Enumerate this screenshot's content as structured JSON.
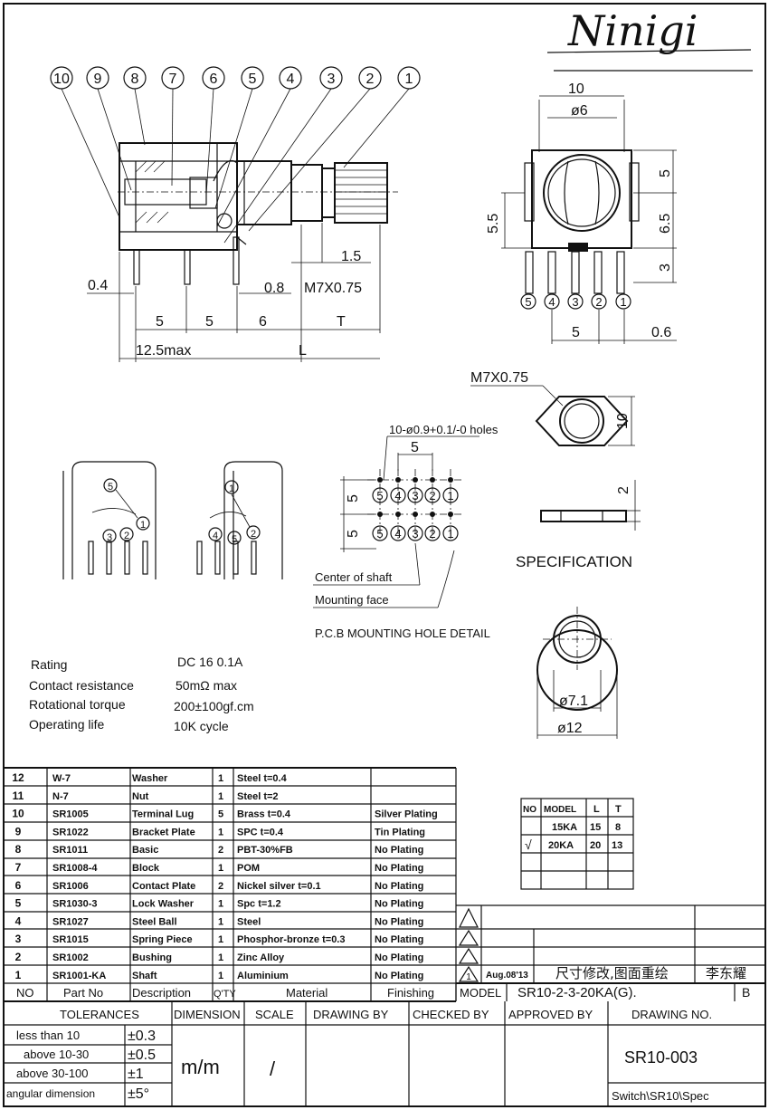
{
  "logo": {
    "text": "Ninigi"
  },
  "main_view": {
    "balloons": [
      "10",
      "9",
      "8",
      "7",
      "6",
      "5",
      "4",
      "3",
      "2",
      "1"
    ],
    "dims": {
      "d04": "0.4",
      "d08": "0.8",
      "d15": "1.5",
      "thread": "M7X0.75",
      "d5a": "5",
      "d5b": "5",
      "d6": "6",
      "dT": "T",
      "d125": "12.5max",
      "dL": "L"
    }
  },
  "side_view": {
    "dims": {
      "d10": "10",
      "d6": "ø6",
      "d5": "5",
      "d65": "6.5",
      "d3": "3",
      "d55": "5.5",
      "d5b": "5",
      "d06": "0.6"
    },
    "pins": [
      "5",
      "4",
      "3",
      "2",
      "1"
    ]
  },
  "nut_view": {
    "thread": "M7X0.75",
    "d10": "10",
    "d2": "2"
  },
  "spec_label": "SPECIFICATION",
  "washer_view": {
    "d71": "ø7.1",
    "d12": "ø12"
  },
  "schematics": {
    "left": {
      "top_pin": "5",
      "side_pin": "1",
      "pins": [
        "3",
        "2"
      ]
    },
    "right": {
      "top_pin": "1",
      "side_pin": "2",
      "pins": [
        "4",
        "5"
      ]
    }
  },
  "pcb": {
    "holes_note": "10-ø0.9+0.1/-0 holes",
    "d5": "5",
    "d5v1": "5",
    "d5v2": "5",
    "row1": [
      "5",
      "4",
      "3",
      "2",
      "1"
    ],
    "row2": [
      "5",
      "4",
      "3",
      "2",
      "1"
    ],
    "center_label": "Center of shaft",
    "mount_label": "Mounting face",
    "title": "P.C.B MOUNTING HOLE DETAIL"
  },
  "ratings": [
    {
      "label": "Rating",
      "value": "DC 16   0.1A"
    },
    {
      "label": "Contact resistance",
      "value": "50mΩ max"
    },
    {
      "label": "Rotational torque",
      "value": "200±100gf.cm"
    },
    {
      "label": "Operating life",
      "value": "10K   cycle"
    }
  ],
  "bom": {
    "headers": [
      "NO",
      "Part No",
      "Description",
      "Q'TY",
      "Material",
      "Finishing"
    ],
    "rows": [
      [
        "12",
        "W-7",
        "Washer",
        "1",
        "Steel  t=0.4",
        ""
      ],
      [
        "11",
        "N-7",
        "Nut",
        "1",
        "Steel  t=2",
        ""
      ],
      [
        "10",
        "SR1005",
        "Terminal Lug",
        "5",
        "Brass  t=0.4",
        "Silver Plating"
      ],
      [
        "9",
        "SR1022",
        "Bracket Plate",
        "1",
        "SPC    t=0.4",
        "Tin Plating"
      ],
      [
        "8",
        "SR1011",
        "Basic",
        "2",
        "PBT-30%FB",
        "No Plating"
      ],
      [
        "7",
        "SR1008-4",
        "Block",
        "1",
        "POM",
        "No Plating"
      ],
      [
        "6",
        "SR1006",
        "Contact Plate",
        "2",
        "Nickel silver   t=0.1",
        "No Plating"
      ],
      [
        "5",
        "SR1030-3",
        "Lock Washer",
        "1",
        "Spc      t=1.2",
        "No Plating"
      ],
      [
        "4",
        "SR1027",
        "Steel Ball",
        "1",
        "Steel",
        "No Plating"
      ],
      [
        "3",
        "SR1015",
        "Spring Piece",
        "1",
        "Phosphor-bronze  t=0.3",
        "No Plating"
      ],
      [
        "2",
        "SR1002",
        "Bushing",
        "1",
        "Zinc Alloy",
        "No Plating"
      ],
      [
        "1",
        "SR1001-KA",
        "Shaft",
        "1",
        "Aluminium",
        "No Plating"
      ]
    ]
  },
  "model_table": {
    "headers": [
      "NO",
      "MODEL",
      "L",
      "T"
    ],
    "rows": [
      [
        "",
        "15KA",
        "15",
        "8"
      ],
      [
        "√",
        "20KA",
        "20",
        "13"
      ]
    ]
  },
  "revision": {
    "mark": "1",
    "date": "Aug.08'13",
    "desc": "尺寸修改,图面重绘",
    "author": "李东耀"
  },
  "title_block": {
    "model_label": "MODEL",
    "model_value": "SR10-2-3-20KA(G).",
    "rev": "B",
    "tolerances": "TOLERANCES",
    "dimension": "DIMENSION",
    "scale": "SCALE",
    "drawing_by": "DRAWING   BY",
    "checked_by": "CHECKED BY",
    "approved_by": "APPROVED BY",
    "drawing_no": "DRAWING   NO.",
    "tol_rows": [
      [
        "less   than   10",
        "±0.3"
      ],
      [
        "above   10-30",
        "±0.5"
      ],
      [
        "above   30-100",
        "±1"
      ],
      [
        "angular dimension",
        "±5°"
      ]
    ],
    "unit": "m/m",
    "scale_value": "/",
    "drawing_number": "SR10-003",
    "path": "Switch\\SR10\\Spec"
  }
}
